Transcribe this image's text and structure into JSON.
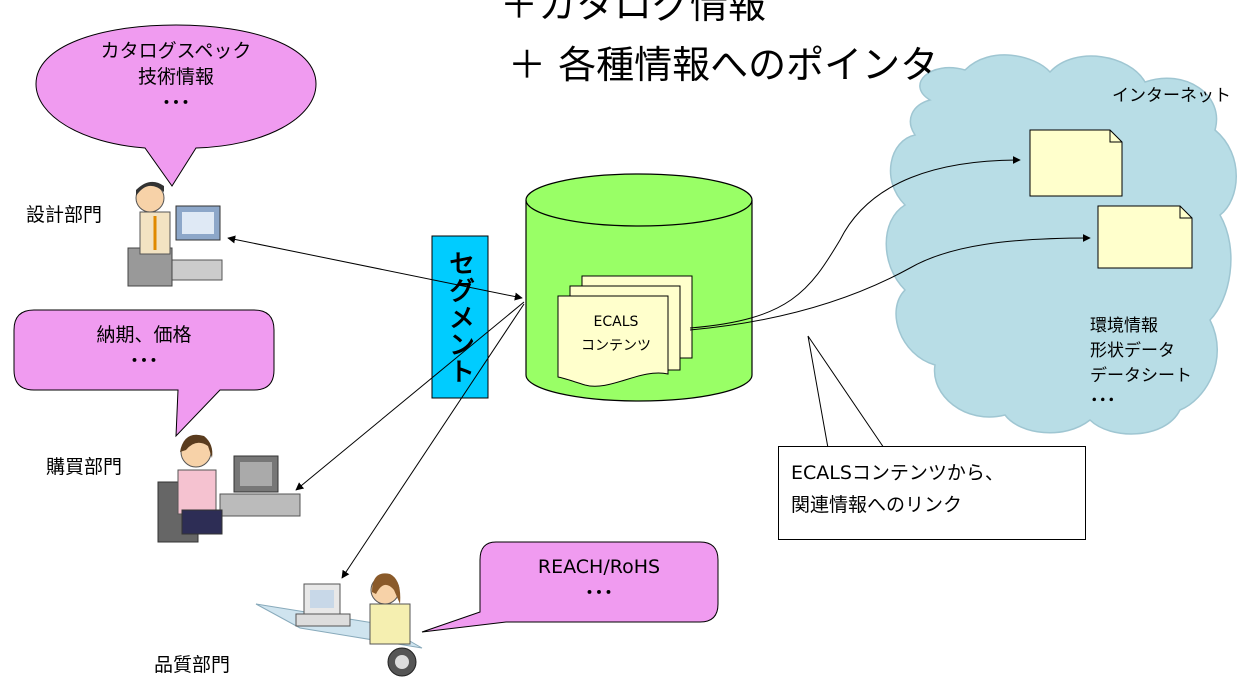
{
  "header": {
    "title_line1": "＋カタログ情報",
    "title_line2": "＋ 各種情報へのポインタ"
  },
  "departments": {
    "design": "設計部門",
    "purchasing": "購買部門",
    "quality": "品質部門"
  },
  "bubbles": {
    "design": [
      "カタログスペック",
      "技術情報",
      "･･･"
    ],
    "purchasing": [
      "納期、価格",
      "･･･"
    ],
    "quality": [
      "REACH/RoHS",
      "･･･"
    ]
  },
  "segment_label": "セグメント",
  "database": {
    "content_line1": "ECALS",
    "content_line2": "コンテンツ"
  },
  "internet": {
    "label": "インターネット",
    "info_items": [
      "環境情報",
      "形状データ",
      "データシート",
      "･･･"
    ]
  },
  "callout": {
    "line1": "ECALSコンテンツから、",
    "line2": "関連情報へのリンク"
  },
  "colors": {
    "bubble_fill": "#f09bf0",
    "segment_fill": "#00ccff",
    "cylinder_fill": "#99ff66",
    "cloud_fill": "#b8dde6",
    "document_fill": "#ffffcc"
  }
}
